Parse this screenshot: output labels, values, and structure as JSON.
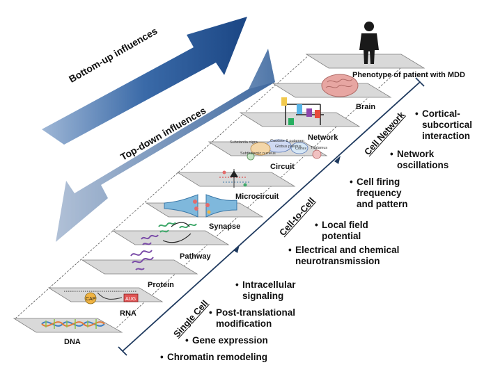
{
  "arrows": {
    "bottom_up": "Bottom-up influences",
    "top_down": "Top-down influences"
  },
  "levels": [
    {
      "key": "dna",
      "label": "DNA"
    },
    {
      "key": "rna",
      "label": "RNA"
    },
    {
      "key": "protein",
      "label": "Protein"
    },
    {
      "key": "pathway",
      "label": "Pathway"
    },
    {
      "key": "synapse",
      "label": "Synapse"
    },
    {
      "key": "microcircuit",
      "label": "Microcircuit"
    },
    {
      "key": "circuit",
      "label": "Circuit"
    },
    {
      "key": "network",
      "label": "Network"
    },
    {
      "key": "brain",
      "label": "Brain"
    },
    {
      "key": "phenotype",
      "label": "Phenotype of patient with MDD"
    }
  ],
  "scale_labels": {
    "single_cell": "Single Cell",
    "cell_to_cell": "Cell-to-Cell",
    "cell_network": "Cell Network"
  },
  "bullets": [
    {
      "lines": [
        "Chromatin remodeling"
      ]
    },
    {
      "lines": [
        "Gene expression"
      ]
    },
    {
      "lines": [
        "Post-translational",
        "modification"
      ]
    },
    {
      "lines": [
        "Intracellular",
        "signaling"
      ]
    },
    {
      "lines": [
        "Electrical and chemical",
        "neurotransmission"
      ]
    },
    {
      "lines": [
        "Local field",
        "potential"
      ]
    },
    {
      "lines": [
        "Cell firing",
        "frequency",
        "and pattern"
      ]
    },
    {
      "lines": [
        "Network",
        "oscillations"
      ]
    },
    {
      "lines": [
        "Cortical-",
        "subcortical",
        "interaction"
      ]
    }
  ],
  "rna_icon_text": {
    "cap": "CAP",
    "aug": "AUG"
  },
  "circuit_icon_text": {
    "substantia": "Substantia nigra",
    "caudate": "Caudate & putamen",
    "globus": "Globus pallidus",
    "cortex": "Cortex",
    "subthalamic": "Subthalamic nucleus",
    "thalamus": "Thalamus"
  },
  "colors": {
    "arrow_dark": "#1f4e8c",
    "arrow_light": "#c9d6e6",
    "plate_fill": "#d9d9d9",
    "plate_edge": "#7f7f7f",
    "axis_line": "#1f3a5f"
  }
}
